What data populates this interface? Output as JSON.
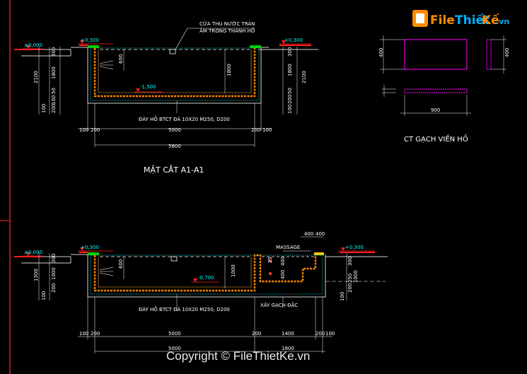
{
  "logo": {
    "file": "File",
    "thiet": "Thiết",
    "ke": "Kế",
    "tld": ".vn"
  },
  "section1": {
    "title": "MẶT CẮT A1-A1",
    "note_top_1": "CỬA THU NƯỚC TRÀN",
    "note_top_2": "ÂM TRONG THÀNH HỒ",
    "note_floor": "ĐÁY HỒ BTCT ĐÁ 10X20 M250, D200",
    "level_ground_left": "±0,000",
    "level_top_left": "+0,300",
    "level_top_right": "+0,300",
    "level_bottom": "-1,500",
    "dims": {
      "left_300": "300",
      "left_2100": "2100",
      "left_1800": "1800",
      "left_50": "50",
      "left_100": "100",
      "left_200": "200",
      "left_100b": "100",
      "inner_600": "600",
      "inner_1800": "1800",
      "right_1800": "1800",
      "right_50": "50",
      "right_200": "200",
      "right_100": "100",
      "right_2100": "2100",
      "right_300": "300",
      "bottom_100a": "100",
      "bottom_200a": "200",
      "bottom_5000": "5000",
      "bottom_200b": "200",
      "bottom_100b": "100",
      "bottom_total": "5600"
    }
  },
  "detail": {
    "title": "CT GẠCH VIỀN HỒ",
    "dim_400_left": "400",
    "dim_400_right": "400",
    "dim_900": "900"
  },
  "section2": {
    "note_massage": "MASSAGE",
    "note_floor": "ĐÁY HỒ BTCT ĐÁ 10X20 M250, D200",
    "note_wall": "XÂY GẠCH ĐẶC",
    "level_ground_left": "±0,000",
    "level_top_left": "+0,300",
    "level_top_right": "+0,300",
    "level_bottom": "-0,700",
    "dims": {
      "left_1300": "1300",
      "left_300": "300",
      "left_1000": "1000",
      "left_200": "200",
      "left_100": "100",
      "inner_600": "600",
      "inner_1000": "1000",
      "top_400a": "400",
      "top_400b": "400",
      "spa_25": "25",
      "spa_400a": "400",
      "spa_400b": "400",
      "right_300": "300",
      "right_250": "250",
      "right_200": "200",
      "right_100": "100",
      "right_1000": "1000",
      "bottom_100a": "100",
      "bottom_200a": "200",
      "bottom_5000": "5000",
      "bottom_200b": "200",
      "bottom_1400": "1400",
      "bottom_200c": "200",
      "bottom_100b": "100",
      "bottom_total_a": "5000",
      "bottom_total_b": "1800"
    }
  },
  "watermark": "Copyright © FileThietKe.vn"
}
